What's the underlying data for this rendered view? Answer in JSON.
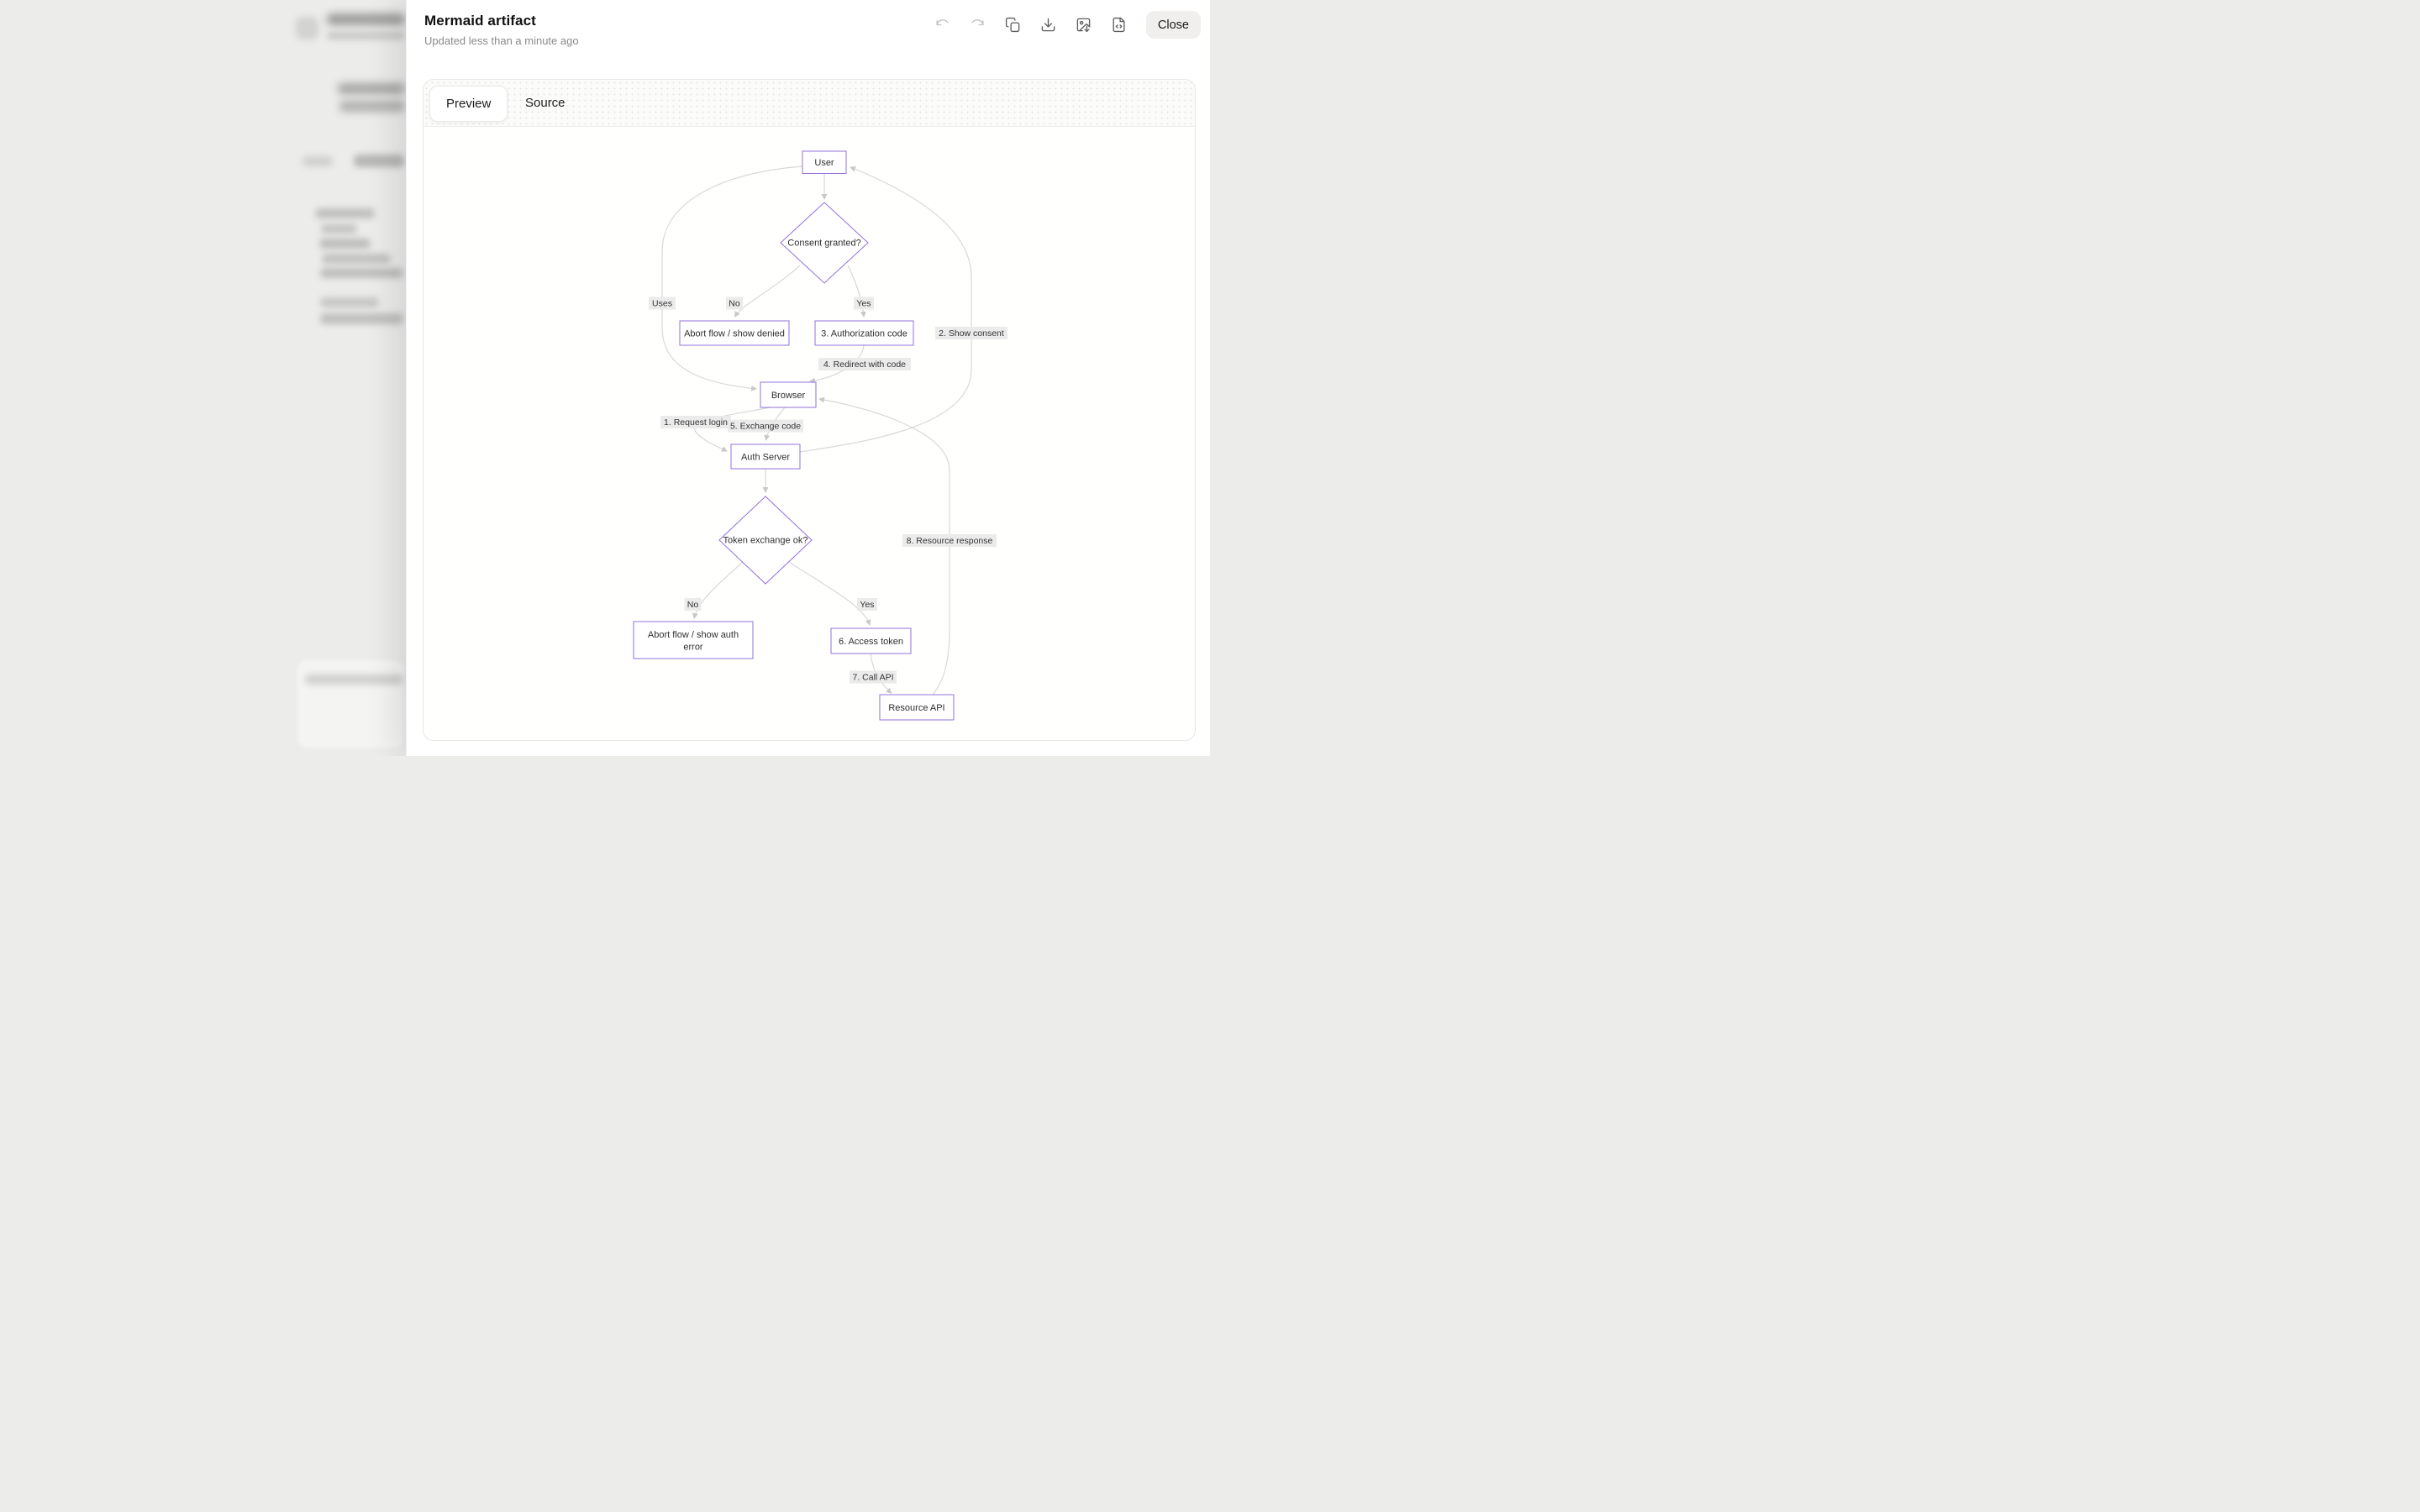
{
  "overlay": {
    "title": "Mermaid artifact",
    "updated": "Updated less than a minute ago",
    "close_label": "Close",
    "toolbar_icons": [
      "undo-icon",
      "redo-icon",
      "copy-icon",
      "download-icon",
      "image-export-icon",
      "code-file-icon"
    ]
  },
  "tabs": {
    "preview_label": "Preview",
    "source_label": "Source",
    "active_tab": "Preview"
  },
  "diagram": {
    "type": "flowchart",
    "nodes": {
      "user": "User",
      "consent": "Consent granted?",
      "abort_denied": "Abort flow / show denied",
      "auth_code": "3. Authorization code",
      "browser": "Browser",
      "auth_server": "Auth Server",
      "token_ok": "Token exchange ok?",
      "abort_auth_line1": "Abort flow / show auth",
      "abort_auth_line2": "error",
      "access_token": "6. Access token",
      "resource_api": "Resource API"
    },
    "edges": {
      "uses": "Uses",
      "consent_no": "No",
      "consent_yes": "Yes",
      "show_consent": "2. Show consent",
      "redirect_code": "4. Redirect with code",
      "request_login": "1. Request login",
      "exchange_code": "5. Exchange code",
      "resource_response": "8. Resource response",
      "token_no": "No",
      "token_yes": "Yes",
      "call_api": "7. Call API"
    },
    "colors": {
      "node_border": "#9370db",
      "edge_line": "#d8d8d8",
      "edge_label_bg": "#e9e9e9",
      "node_text": "#2f2f2f"
    }
  }
}
